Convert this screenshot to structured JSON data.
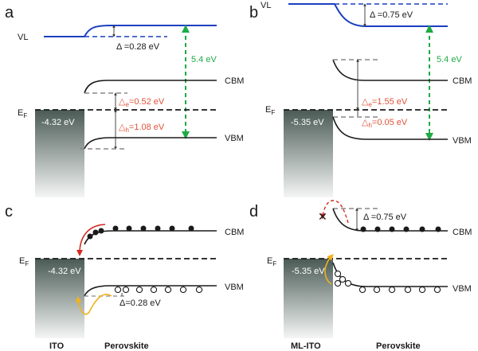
{
  "panels": {
    "a": {
      "letter": "a",
      "vl": "VL",
      "delta_vl": "Δ =0.28 eV",
      "gap": "5.4 eV",
      "cbm": "CBM",
      "ef": "E",
      "ef_sub": "F",
      "de": "△",
      "de_sub": "e",
      "de_val": "=0.52 eV",
      "dh": "△",
      "dh_sub": "h",
      "dh_val": "=1.08 eV",
      "vbm": "VBM",
      "wf": "-4.32 eV"
    },
    "b": {
      "letter": "b",
      "vl": "VL",
      "delta_vl": "Δ =0.75 eV",
      "gap": "5.4 eV",
      "cbm": "CBM",
      "ef": "E",
      "ef_sub": "F",
      "de": "△",
      "de_sub": "e",
      "de_val": "=1.55 eV",
      "dh": "△",
      "dh_sub": "h",
      "dh_val": "=0.05 eV",
      "vbm": "VBM",
      "wf": "-5.35 eV"
    },
    "c": {
      "letter": "c",
      "cbm": "CBM",
      "ef": "E",
      "ef_sub": "F",
      "wf": "-4.32 eV",
      "vbm": "VBM",
      "delta": "Δ=0.28 eV",
      "left_label": "ITO",
      "right_label": "Perovskite"
    },
    "d": {
      "letter": "d",
      "delta": "Δ =0.75 eV",
      "cbm": "CBM",
      "ef": "E",
      "ef_sub": "F",
      "wf": "-5.35 eV",
      "vbm": "VBM",
      "left_label": "ML-ITO",
      "right_label": "Perovskite"
    }
  },
  "colors": {
    "vacuum_level": "#1c3fbf",
    "gap_arrow": "#1faa45",
    "offset_text": "#e0533a",
    "electron_arrow": "#d42a1f",
    "hole_arrow": "#f0b21e",
    "ito_top": "#4a5a54",
    "ito_bottom": "#f4f6f5"
  }
}
